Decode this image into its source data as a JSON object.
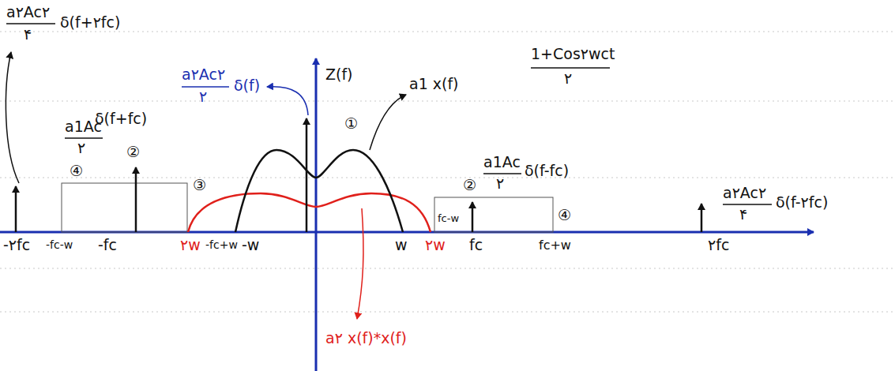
{
  "diagram": {
    "labels": [
      "a۲Ac۲",
      "۴",
      "δ(f+۲fc)",
      "1+Cos۲wct",
      "۲",
      "a۲Ac۲",
      "۲",
      "δ(f)",
      "Z(f)",
      "a1 x(f)",
      "①",
      "a1Ac",
      "۲",
      "δ(f+fc)",
      "②",
      "④",
      "③",
      "②",
      "a1Ac",
      "۲",
      "δ(f-fc)",
      "④",
      "a۲Ac۲",
      "۴",
      "δ(f-۲fc)",
      "-۲fc",
      "-fc-w",
      "-fc",
      "۲w",
      "-fc+w",
      "-w",
      "w",
      "۲w",
      "fc-w",
      "fc",
      "fc+w",
      "۲fc",
      "a۲ x(f)*x(f)"
    ]
  }
}
